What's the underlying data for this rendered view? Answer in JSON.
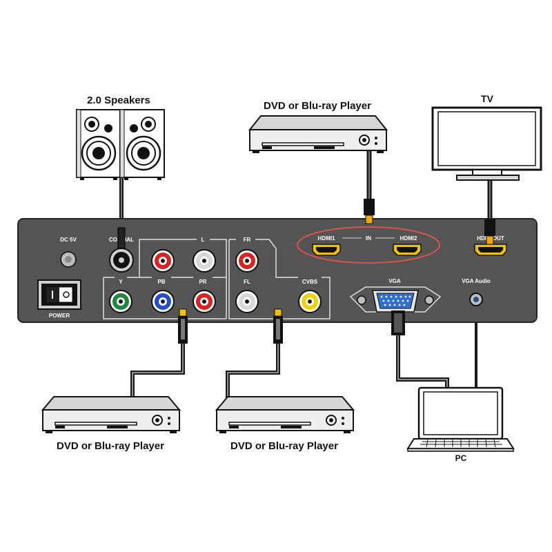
{
  "devices": {
    "speakers_label": "2.0 Speakers",
    "dvd_top_label": "DVD or Blu-ray Player",
    "tv_label": "TV",
    "dvd_bottom_left_label": "DVD or Blu-ray Player",
    "dvd_bottom_middle_label": "DVD or Blu-ray Player",
    "pc_label": "PC"
  },
  "panel": {
    "dc_label": "DC 5V",
    "power_label": "POWER",
    "coaxial_label": "COAXIAL",
    "audio_l_label": "L",
    "fr_label": "FR",
    "fl_label": "FL",
    "y_label": "Y",
    "pb_label": "PB",
    "pr_label": "PR",
    "cvbs_label": "CVBS",
    "hdmi1_label": "HDMI1",
    "in_label": "IN",
    "hdmi2_label": "HDMI2",
    "hdmi_out_label": "HDMI OUT",
    "vga_label": "VGA",
    "vga_audio_label": "VGA Audio"
  },
  "colors": {
    "panel": "#555555",
    "highlight_ellipse": "#d9534f",
    "hdmi_gold": "#f2c200",
    "rca_red": "#e02020",
    "rca_green": "#1a8a3a",
    "rca_blue": "#1f4fd0",
    "rca_yellow": "#f3d100",
    "rca_white": "#d8d8d8",
    "vga_blue": "#2f6fd6"
  }
}
